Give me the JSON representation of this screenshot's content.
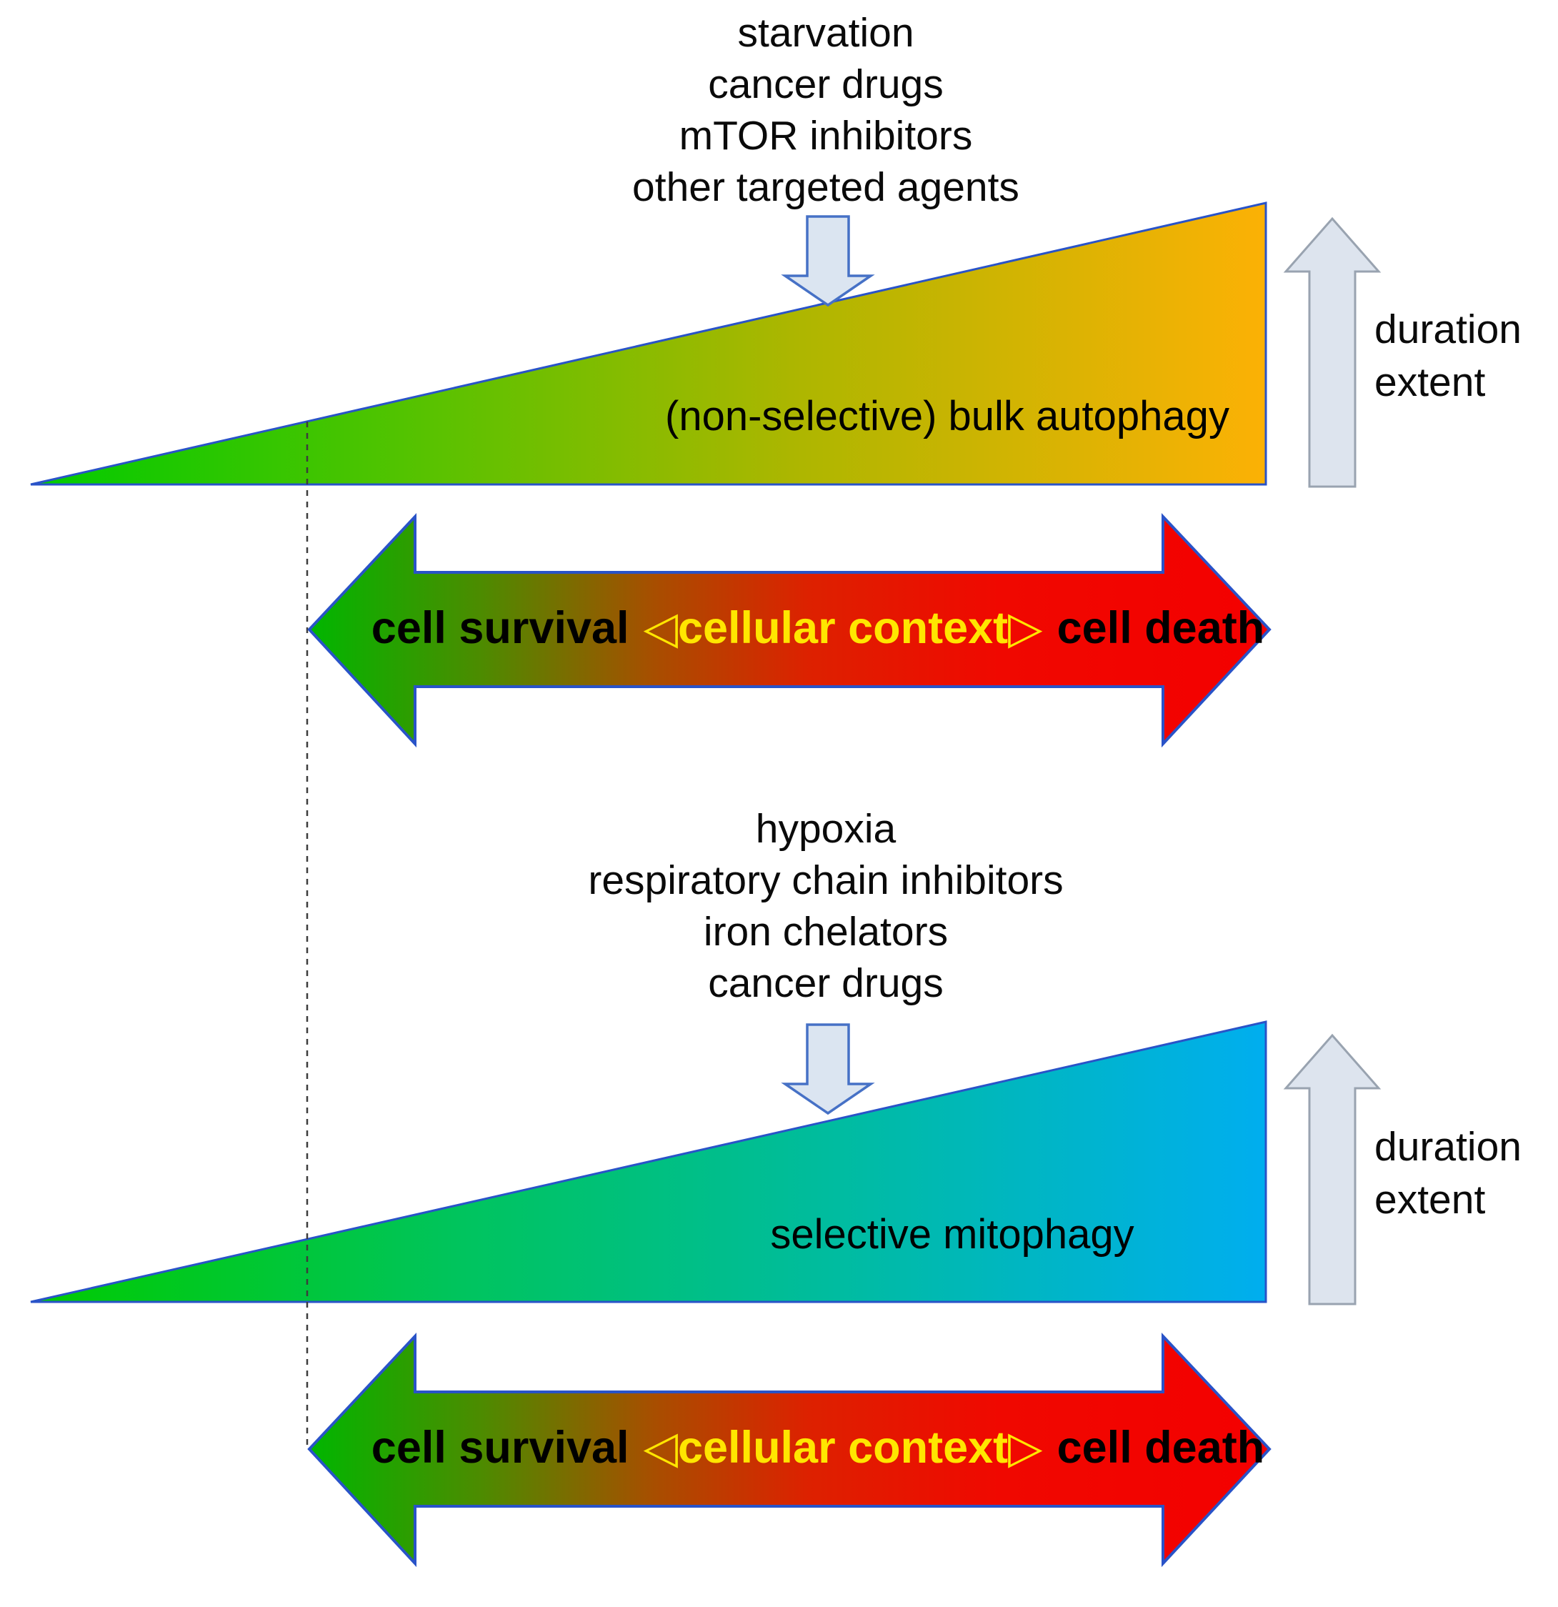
{
  "top_panel": {
    "stimuli": [
      "starvation",
      "cancer drugs",
      "mTOR inhibitors",
      "other targeted agents"
    ],
    "wedge_label": "(non-selective) bulk autophagy",
    "duration_label": "duration",
    "extent_label": "extent",
    "arrow": {
      "left_label": "cell survival",
      "center_label": "◁cellular context▷",
      "right_label": "cell death"
    }
  },
  "bottom_panel": {
    "stimuli": [
      "hypoxia",
      "respiratory chain inhibitors",
      "iron chelators",
      "cancer drugs"
    ],
    "wedge_label": "selective mitophagy",
    "duration_label": "duration",
    "extent_label": "extent",
    "arrow": {
      "left_label": "cell survival",
      "center_label": "◁cellular context▷",
      "right_label": "cell death"
    }
  },
  "colors": {
    "wedge_green": "#00cb00",
    "wedge_orange": "#fcb105",
    "wedge_blue": "#00aeef",
    "survival_green": "#00b600",
    "death_red": "#f40000",
    "context_yellow": "#ffe600",
    "outline_blue": "#2953c8",
    "indicator_arrow_fill": "#dbe5f1"
  }
}
